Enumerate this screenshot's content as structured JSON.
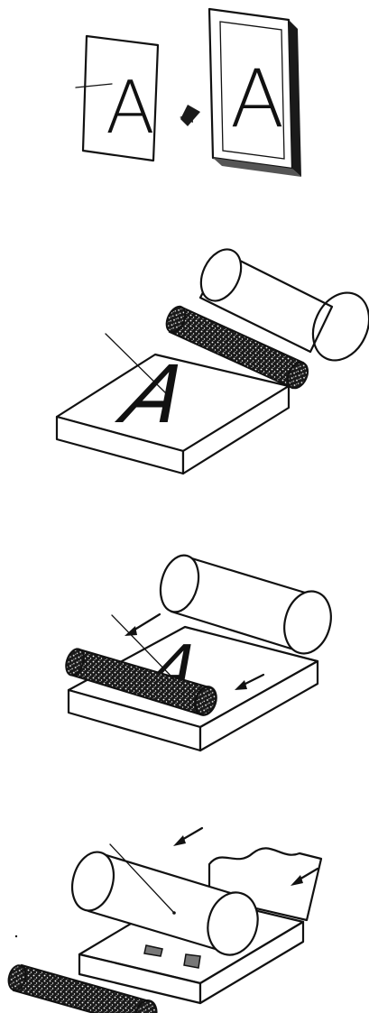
{
  "steps": [
    {
      "letter": "A",
      "framed_letter": "A"
    },
    {
      "letter": "A"
    },
    {
      "letter": "A"
    },
    {}
  ]
}
